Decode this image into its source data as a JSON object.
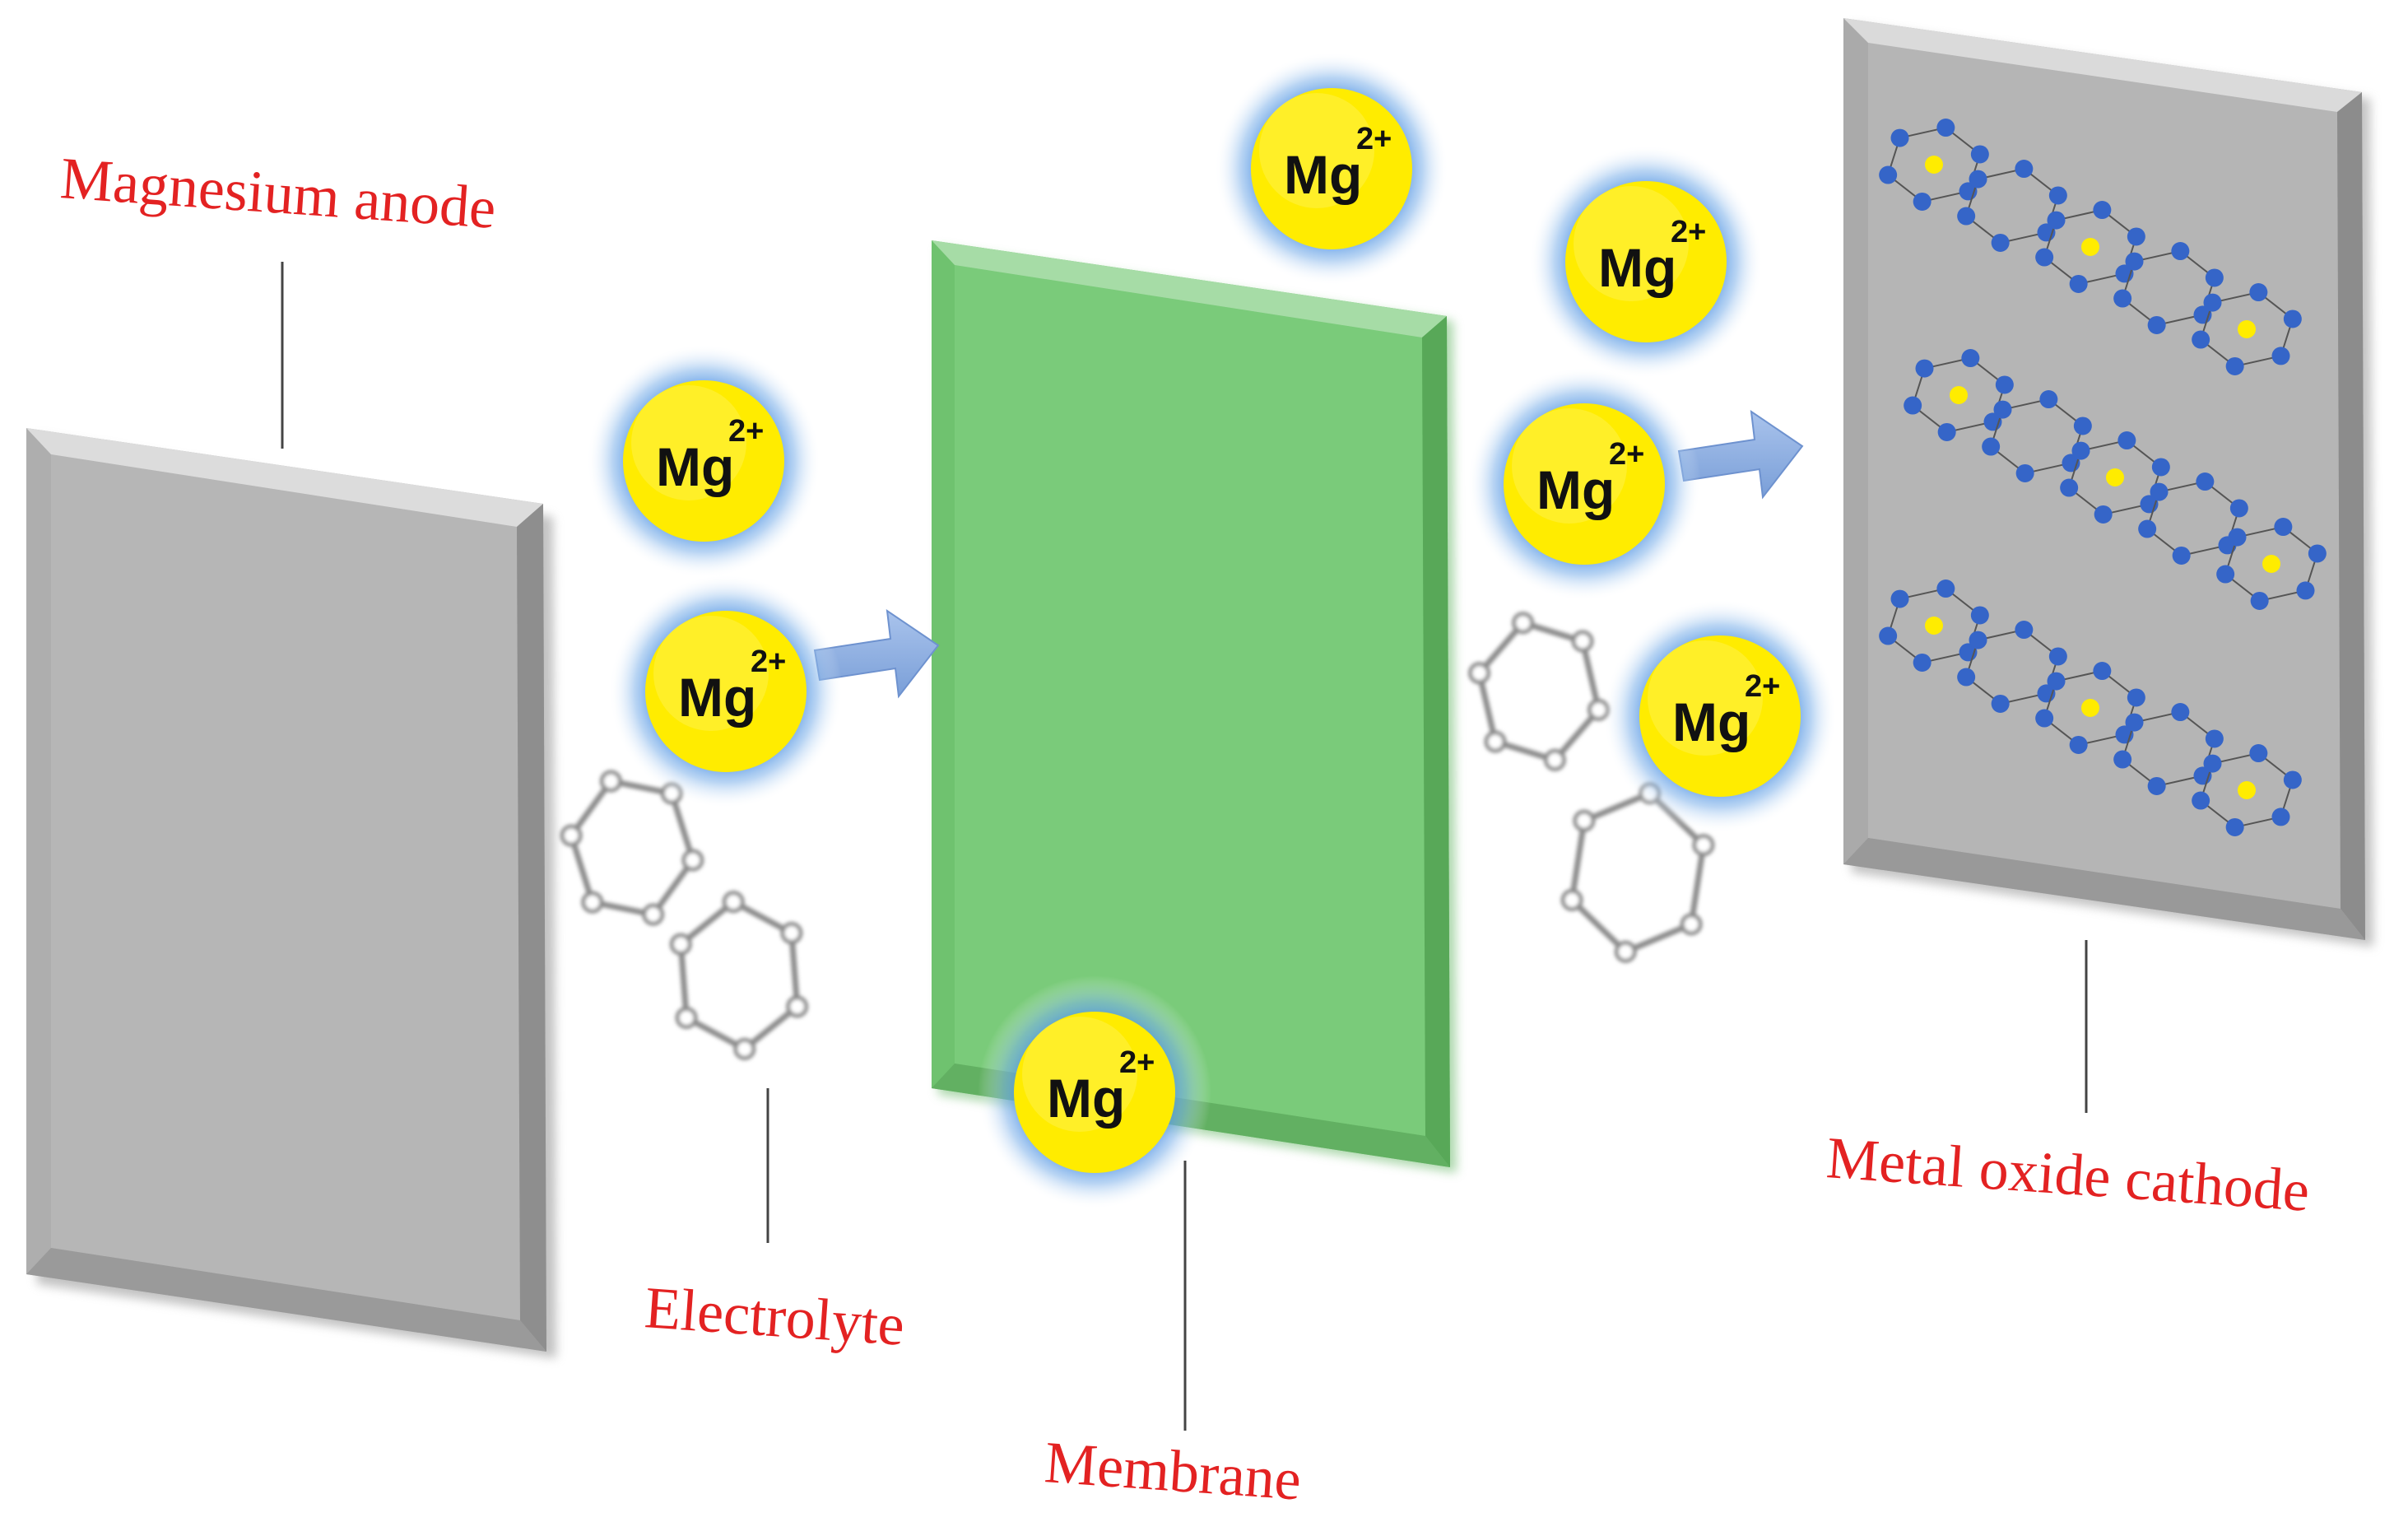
{
  "labels": {
    "anode": "Magnesium anode",
    "electrolyte": "Electrolyte",
    "membrane": "Membrane",
    "cathode": "Metal oxide cathode"
  },
  "ion": {
    "symbol": "Mg",
    "charge": "2+"
  },
  "colors": {
    "label_text": "#e32222",
    "anode_plate": "#b3b3b3",
    "membrane_plate": "#7acb7a",
    "cathode_plate": "#b5b5b5",
    "ion_fill": "#ffec00",
    "ion_glow": "#5f9ee8",
    "arrow": "#8eaede",
    "lattice_atom": "#3565c8",
    "lattice_center": "#ffec00"
  }
}
